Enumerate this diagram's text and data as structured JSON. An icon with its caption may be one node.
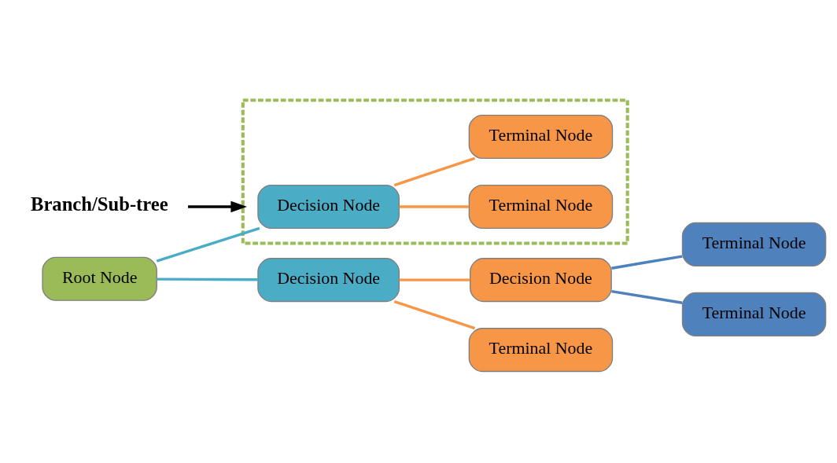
{
  "diagram": {
    "nodes": [
      {
        "text": [
          "Branch/Sub-tree"
        ]
      },
      {
        "text": [
          "Root Node"
        ]
      },
      {
        "text": [],
        "shape": "box"
      },
      {
        "text": [
          "Decision Node"
        ],
        "in": 2
      },
      {
        "text": [
          "Terminal Node"
        ],
        "in": 2
      },
      {
        "text": [
          "Terminal Node"
        ],
        "in": 2
      },
      {
        "text": [
          "Decision Node"
        ]
      },
      {
        "text": [
          "Decision Node"
        ]
      },
      {
        "text": [
          "Terminal Node"
        ]
      },
      {
        "text": [
          "Terminal Node"
        ]
      },
      {
        "text": [
          "Terminal Node"
        ]
      }
    ],
    "edges": [
      {
        "from": 0,
        "to": 2,
        "arrow": "to",
        "color": "#000000"
      },
      {
        "from": 1,
        "to": 3,
        "arrow": "none",
        "color": "#4bacc6"
      },
      {
        "from": 1,
        "to": 6,
        "arrow": "none",
        "color": "#4bacc6"
      },
      {
        "from": 3,
        "to": 4,
        "arrow": "none"
      },
      {
        "from": 3,
        "to": 5,
        "arrow": "none"
      },
      {
        "from": 6,
        "to": 7,
        "arrow": "none"
      },
      {
        "from": 6,
        "to": 8,
        "arrow": "none"
      },
      {
        "from": 7,
        "to": 9,
        "arrow": "none",
        "color": "#4f81bd"
      },
      {
        "from": 7,
        "to": 10,
        "arrow": "none",
        "color": "#4f81bd"
      }
    ]
  }
}
